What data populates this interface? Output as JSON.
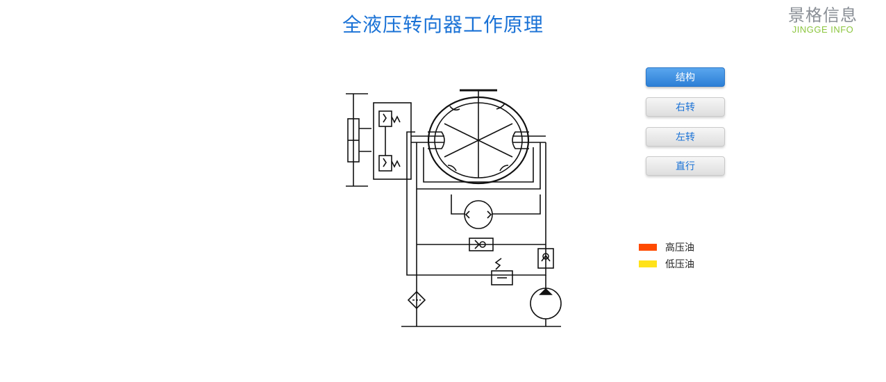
{
  "header": {
    "title": "全液压转向器工作原理"
  },
  "logo": {
    "cn": "景格信息",
    "en": "JINGGE INFO"
  },
  "buttons": [
    {
      "label": "结构",
      "active": true
    },
    {
      "label": "右转",
      "active": false
    },
    {
      "label": "左转",
      "active": false
    },
    {
      "label": "直行",
      "active": false
    }
  ],
  "legend": [
    {
      "label": "高压油",
      "color": "#ff4a00"
    },
    {
      "label": "低压油",
      "color": "#ffe21a"
    }
  ]
}
